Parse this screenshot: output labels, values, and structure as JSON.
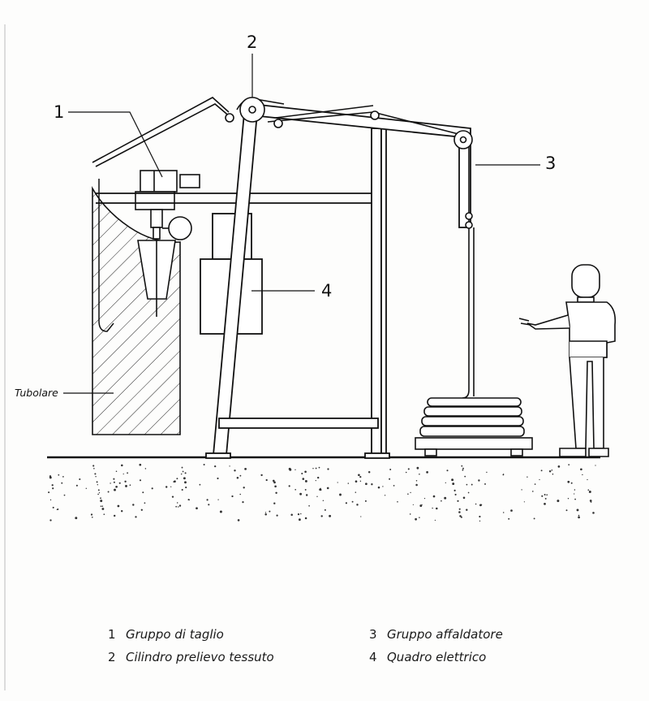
{
  "callouts": {
    "c1": "1",
    "c2": "2",
    "c3": "3",
    "c4": "4"
  },
  "tubolare_label": "Tubolare",
  "legend": [
    {
      "num": "1",
      "text": "Gruppo di taglio"
    },
    {
      "num": "2",
      "text": "Cilindro prelievo tessuto"
    },
    {
      "num": "3",
      "text": "Gruppo affaldatore"
    },
    {
      "num": "4",
      "text": "Quadro elettrico"
    }
  ],
  "colors": {
    "ink": "#1a1a1a",
    "paper": "#fdfdfc"
  }
}
